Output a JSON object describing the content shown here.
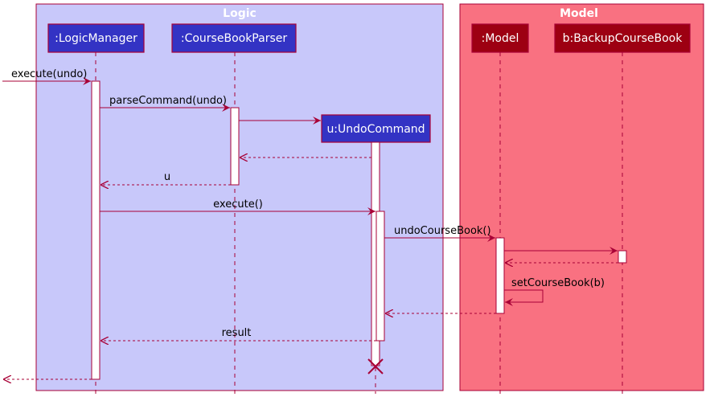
{
  "boxes": {
    "logic": {
      "title": "Logic"
    },
    "model": {
      "title": "Model"
    }
  },
  "participants": {
    "logic_manager": ":LogicManager",
    "parser": ":CourseBookParser",
    "undo_command": "u:UndoCommand",
    "model": ":Model",
    "backup": "b:BackupCourseBook"
  },
  "messages": {
    "execute_undo": "execute(undo)",
    "parse_command": "parseCommand(undo)",
    "return_u": "u",
    "execute": "execute()",
    "undo_course_book": "undoCourseBook()",
    "set_course_book": "setCourseBook(b)",
    "result": "result"
  },
  "colors": {
    "logic_bg": "#C8C8FA",
    "model_bg": "#F97181",
    "logic_participant": "#3333C4",
    "model_participant": "#9D0012",
    "arrow": "#A80036"
  }
}
